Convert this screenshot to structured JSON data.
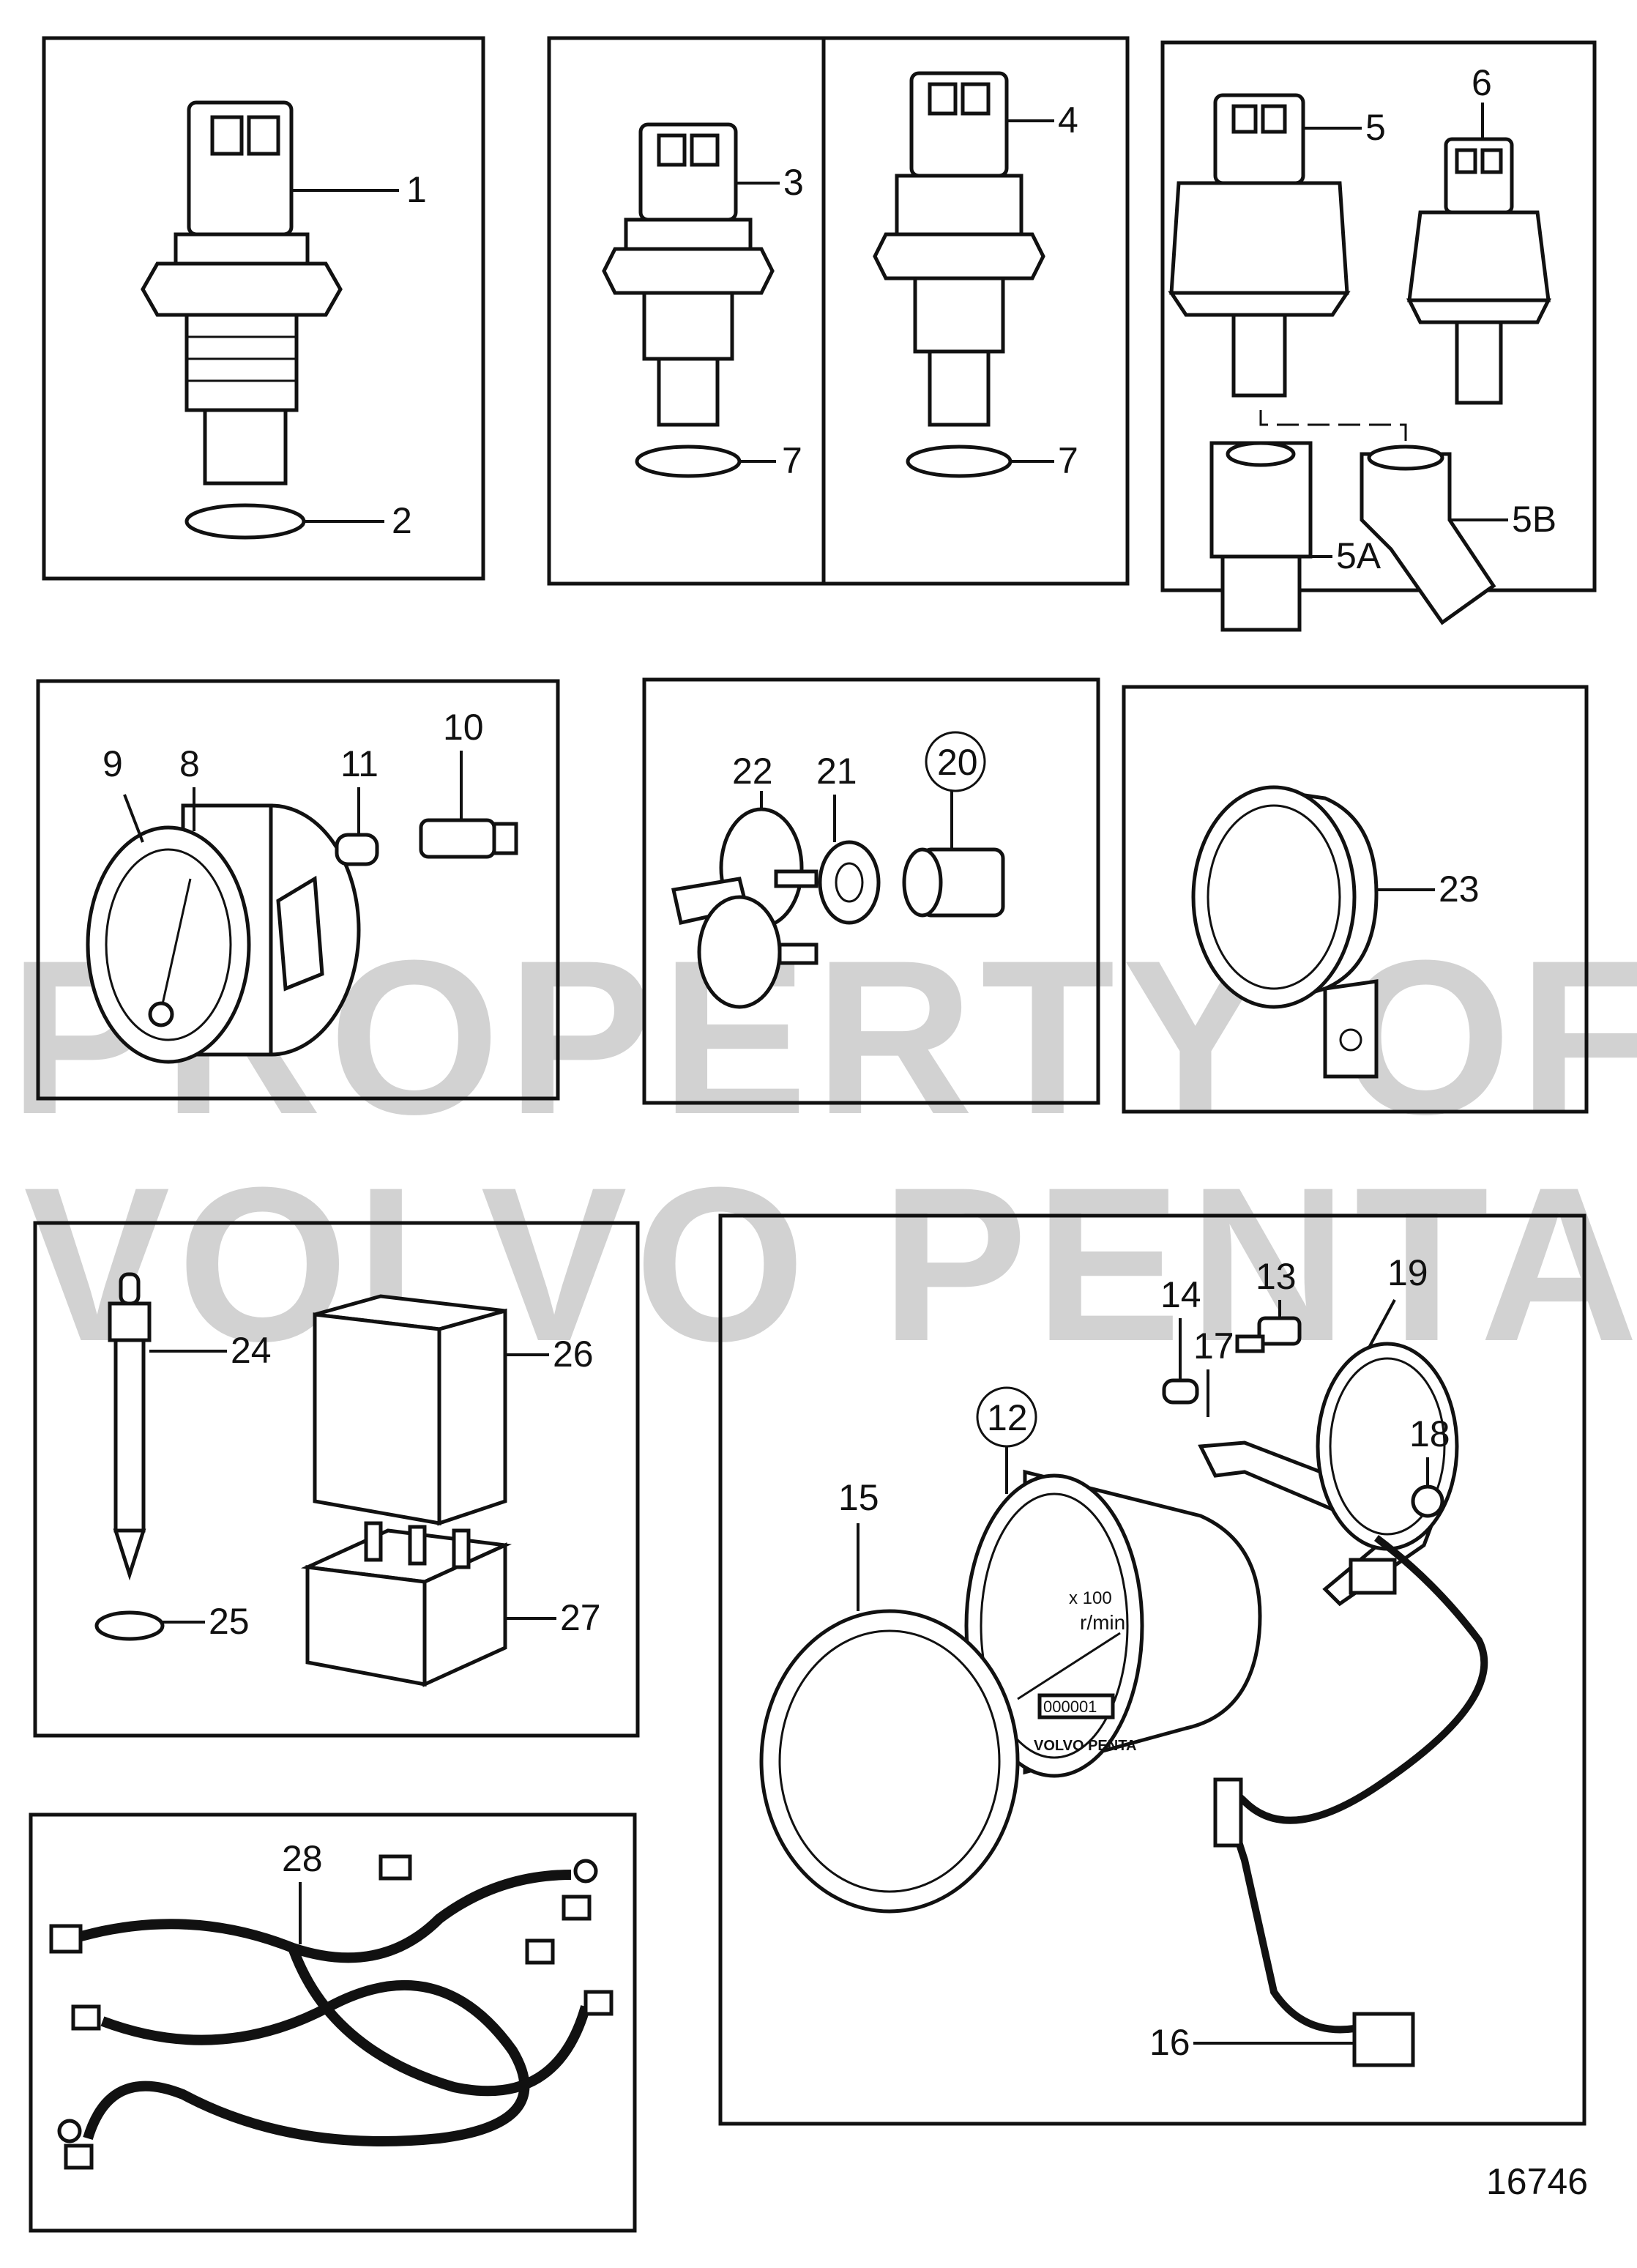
{
  "watermark": {
    "line1": "PROPERTY OF",
    "line2": "VOLVO PENTA"
  },
  "figure_number": "16746",
  "part_labels": {
    "p1": "1",
    "p2": "2",
    "p3": "3",
    "p4": "4",
    "p5": "5",
    "p6": "6",
    "p7a": "7",
    "p7b": "7",
    "p5a": "5A",
    "p5b": "5B",
    "p8": "8",
    "p9": "9",
    "p10": "10",
    "p11": "11",
    "p20": "20",
    "p21": "21",
    "p22": "22",
    "p23": "23",
    "p24": "24",
    "p25": "25",
    "p26": "26",
    "p27": "27",
    "p28": "28",
    "p12": "12",
    "p13": "13",
    "p14": "14",
    "p15": "15",
    "p16": "16",
    "p17": "17",
    "p18": "18",
    "p19": "19"
  },
  "tachometer": {
    "scale": "x 100",
    "unit": "r/min",
    "brand": "VOLVO PENTA",
    "counter": "000001"
  }
}
